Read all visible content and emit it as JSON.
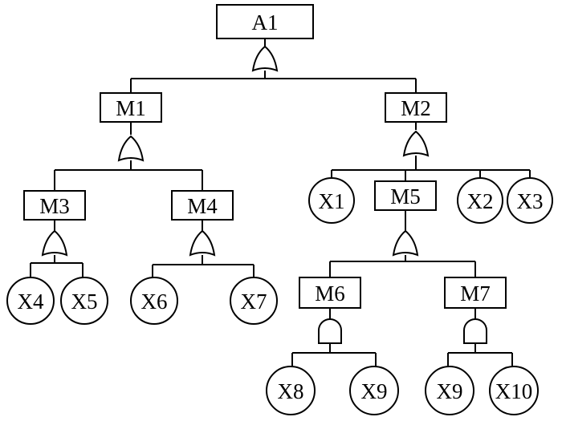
{
  "fault_tree": {
    "top_event": {
      "id": "A1",
      "label": "A1",
      "gate": "or"
    },
    "intermediate_events": [
      {
        "id": "M1",
        "label": "M1",
        "gate": "or",
        "parent": "A1"
      },
      {
        "id": "M2",
        "label": "M2",
        "gate": "or",
        "parent": "A1"
      },
      {
        "id": "M3",
        "label": "M3",
        "gate": "or",
        "parent": "M1"
      },
      {
        "id": "M4",
        "label": "M4",
        "gate": "or",
        "parent": "M1"
      },
      {
        "id": "M5",
        "label": "M5",
        "gate": "or",
        "parent": "M2"
      },
      {
        "id": "M6",
        "label": "M6",
        "gate": "and",
        "parent": "M5"
      },
      {
        "id": "M7",
        "label": "M7",
        "gate": "and",
        "parent": "M5"
      }
    ],
    "basic_events": [
      {
        "id": "X1",
        "label": "X1",
        "parent": "M2"
      },
      {
        "id": "X2",
        "label": "X2",
        "parent": "M2"
      },
      {
        "id": "X3",
        "label": "X3",
        "parent": "M2"
      },
      {
        "id": "X4",
        "label": "X4",
        "parent": "M3"
      },
      {
        "id": "X5",
        "label": "X5",
        "parent": "M3"
      },
      {
        "id": "X6",
        "label": "X6",
        "parent": "M4"
      },
      {
        "id": "X7",
        "label": "X7",
        "parent": "M4"
      },
      {
        "id": "X8",
        "label": "X8",
        "parent": "M6"
      },
      {
        "id": "X9a",
        "label": "X9",
        "parent": "M6"
      },
      {
        "id": "X9b",
        "label": "X9",
        "parent": "M7"
      },
      {
        "id": "X10",
        "label": "X10",
        "parent": "M7"
      }
    ]
  }
}
